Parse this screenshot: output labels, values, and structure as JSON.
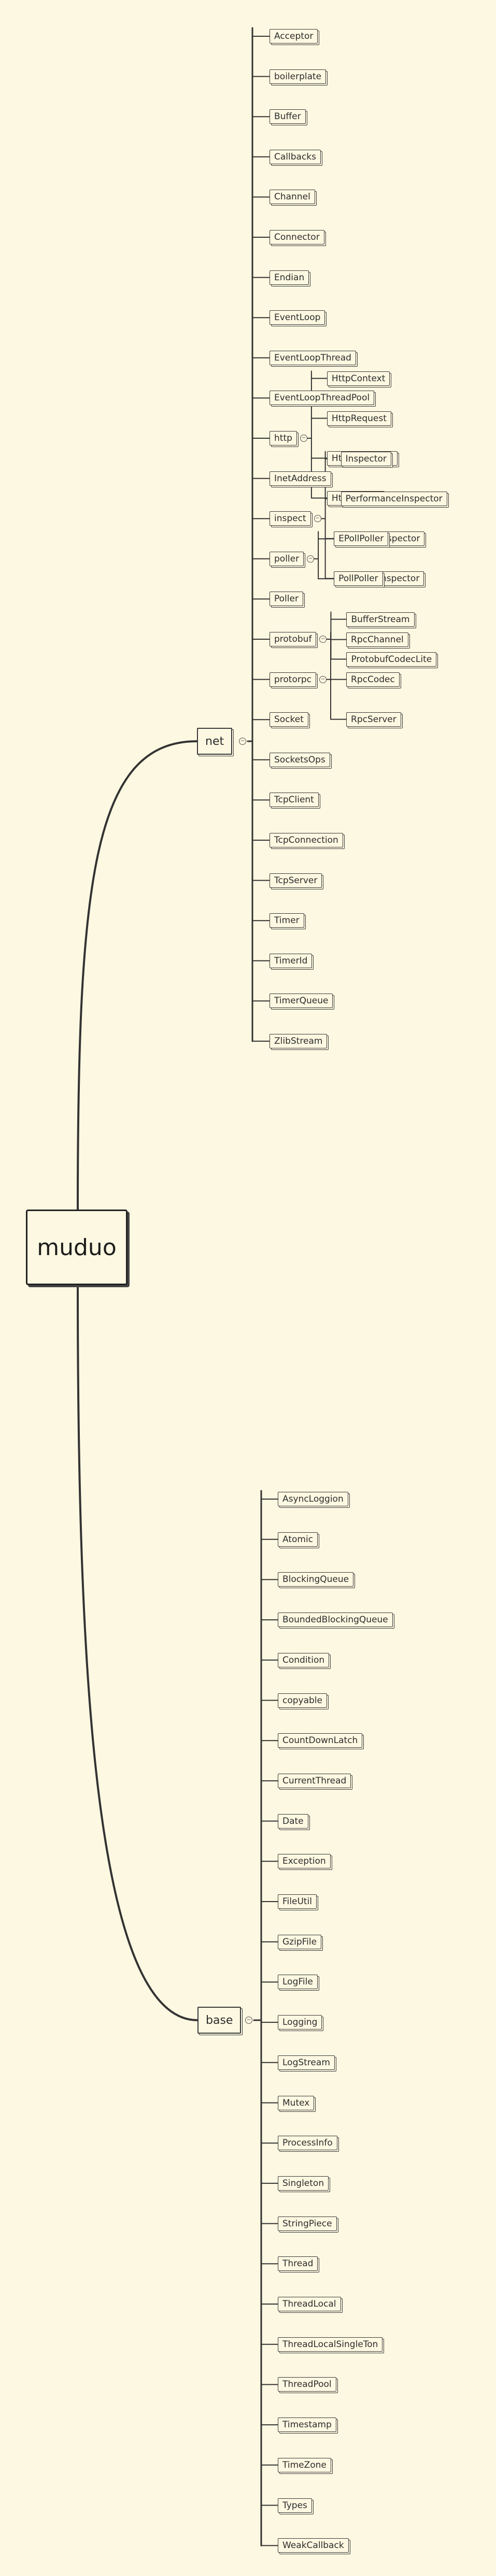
{
  "root": {
    "label": "muduo"
  },
  "net": {
    "label": "net",
    "children": [
      {
        "label": "Acceptor"
      },
      {
        "label": "boilerplate"
      },
      {
        "label": "Buffer"
      },
      {
        "label": "Callbacks"
      },
      {
        "label": "Channel"
      },
      {
        "label": "Connector"
      },
      {
        "label": "Endian"
      },
      {
        "label": "EventLoop"
      },
      {
        "label": "EventLoopThread"
      },
      {
        "label": "EventLoopThreadPool"
      },
      {
        "label": "http",
        "children": [
          "HttpContext",
          "HttpRequest",
          "HttpResponse",
          "HttpServer"
        ]
      },
      {
        "label": "InetAddress"
      },
      {
        "label": "inspect",
        "children": [
          "Inspector",
          "PerformanceInspector",
          "ProcessInspector",
          "SystemInspector"
        ]
      },
      {
        "label": "poller",
        "children": [
          "EPollPoller",
          "PollPoller"
        ]
      },
      {
        "label": "Poller"
      },
      {
        "label": "protobuf",
        "children": [
          "BufferStream",
          "ProtobufCodecLite"
        ]
      },
      {
        "label": "protorpc",
        "children": [
          "RpcChannel",
          "RpcCodec",
          "RpcServer"
        ]
      },
      {
        "label": "Socket"
      },
      {
        "label": "SocketsOps"
      },
      {
        "label": "TcpClient"
      },
      {
        "label": "TcpConnection"
      },
      {
        "label": "TcpServer"
      },
      {
        "label": "Timer"
      },
      {
        "label": "TimerId"
      },
      {
        "label": "TimerQueue"
      },
      {
        "label": "ZlibStream"
      }
    ]
  },
  "base": {
    "label": "base",
    "children": [
      {
        "label": "AsyncLoggion"
      },
      {
        "label": "Atomic"
      },
      {
        "label": "BlockingQueue"
      },
      {
        "label": "BoundedBlockingQueue"
      },
      {
        "label": "Condition"
      },
      {
        "label": "copyable"
      },
      {
        "label": "CountDownLatch"
      },
      {
        "label": "CurrentThread"
      },
      {
        "label": "Date"
      },
      {
        "label": "Exception"
      },
      {
        "label": "FileUtil"
      },
      {
        "label": "GzipFile"
      },
      {
        "label": "LogFile"
      },
      {
        "label": "Logging"
      },
      {
        "label": "LogStream"
      },
      {
        "label": "Mutex"
      },
      {
        "label": "ProcessInfo"
      },
      {
        "label": "Singleton"
      },
      {
        "label": "StringPiece"
      },
      {
        "label": "Thread"
      },
      {
        "label": "ThreadLocal"
      },
      {
        "label": "ThreadLocalSingleTon"
      },
      {
        "label": "ThreadPool"
      },
      {
        "label": "Timestamp"
      },
      {
        "label": "TimeZone"
      },
      {
        "label": "Types"
      },
      {
        "label": "WeakCallback"
      }
    ]
  }
}
